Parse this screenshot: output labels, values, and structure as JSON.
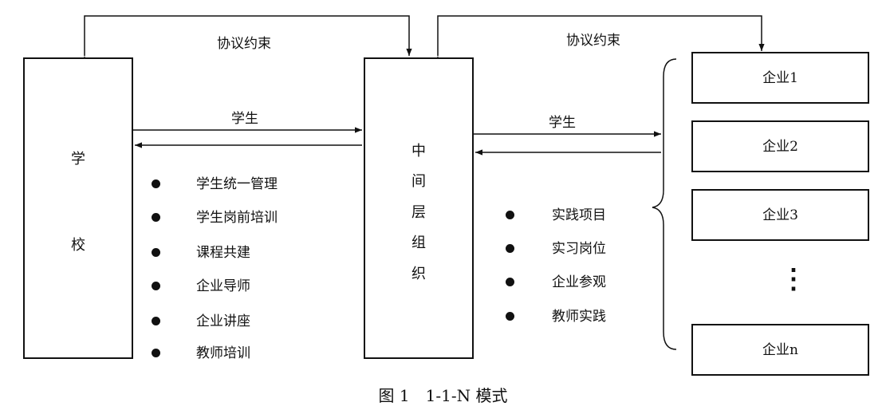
{
  "school": {
    "chars": [
      "学",
      "校"
    ]
  },
  "middle": {
    "chars": [
      "中",
      "间",
      "层",
      "组",
      "织"
    ]
  },
  "agreement_left": "协议约束",
  "agreement_right": "协议约束",
  "student_left": "学生",
  "student_right": "学生",
  "school_items": [
    "学生统一管理",
    "学生岗前培训",
    "课程共建",
    "企业导师",
    "企业讲座",
    "教师培训"
  ],
  "enterprise_items": [
    "实践项目",
    "实习岗位",
    "企业参观",
    "教师实践"
  ],
  "enterprises": [
    "企业1",
    "企业2",
    "企业3",
    "企业n"
  ],
  "ellipsis": "⋮",
  "caption": "图 1　1-1-N 模式",
  "colors": {
    "line": "#111111",
    "background": "#ffffff"
  }
}
